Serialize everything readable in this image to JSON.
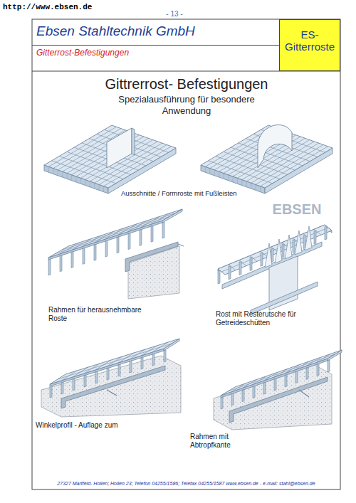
{
  "diagram": {
    "title": "Gittrerrost- Befestigungen",
    "nodes": [
      {
        "text": [
          "Ebsen Stahltechnik GmbH",
          "Gitterrost-Befestigungen"
        ]
      },
      {
        "text": [
          "ES- Gitterroste"
        ]
      }
    ],
    "labels": [
      "http://www.ebsen.de",
      "- 13 -",
      "Spezialausführung für besondere Anwendung",
      "Ausschnitte / Formroste mit Fußleisten",
      "Rahmen für herausnehmbare Roste",
      "Rost mit Resterutsche für Getreideschütten",
      "Winkelprofil - Auflage zum",
      "Rahmen mit Abtropfkante",
      "EBSEN",
      "27327 Martfeld- Hollen; Hollen 23; Telefon 04255/1586; Telefax 04255/1587  www.ebsen.de - e-mail: stahl@ebsen.de"
    ]
  }
}
